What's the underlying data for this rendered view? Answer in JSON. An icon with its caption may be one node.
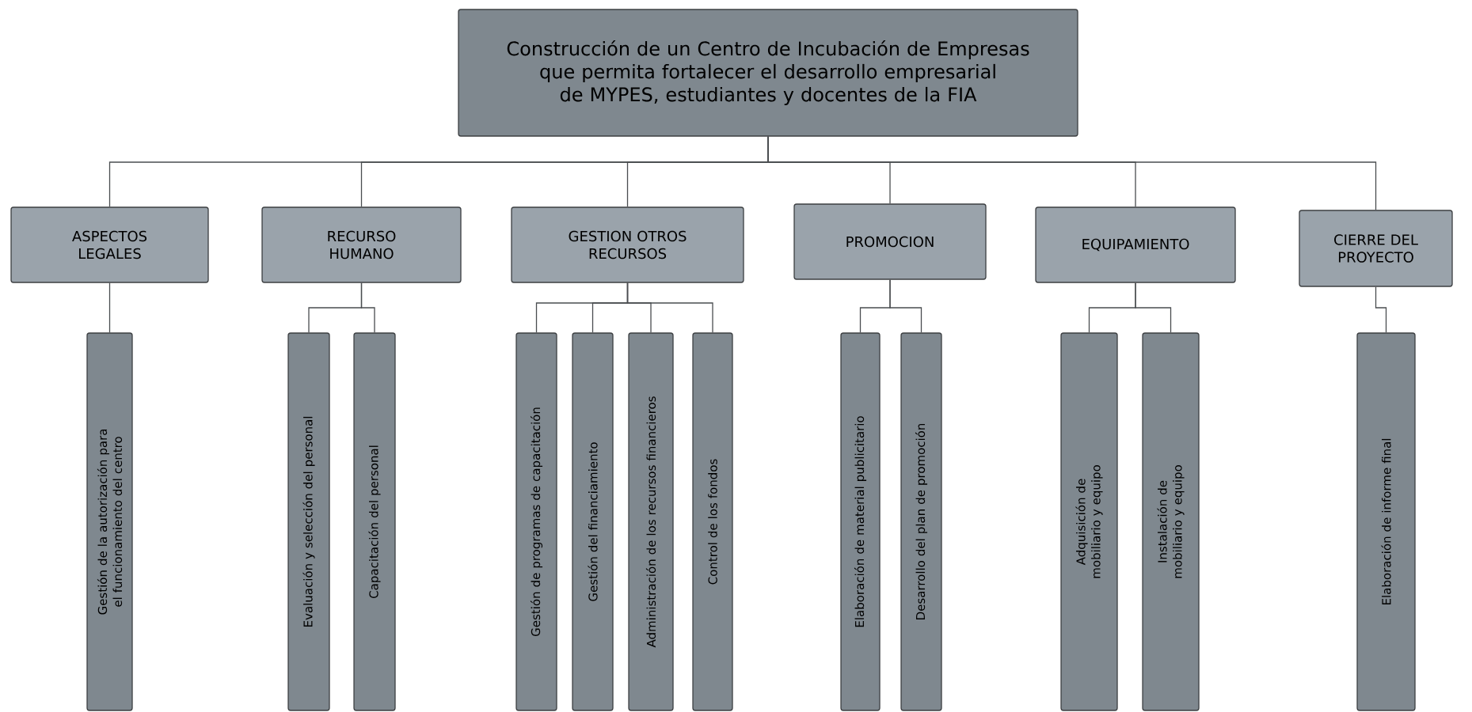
{
  "diagram": {
    "nodes": [
      {
        "text": [
          "Construcción de un Centro de Incubación de Empresas que permita fortalecer el desarrollo empresarial de MYPES, estudiantes y docentes de la FIA"
        ]
      },
      {
        "text": [
          "ASPECTOS LEGALES"
        ]
      },
      {
        "text": [
          "RECURSO HUMANO"
        ]
      },
      {
        "text": [
          "GESTION OTROS RECURSOS"
        ]
      },
      {
        "text": [
          "PROMOCION"
        ]
      },
      {
        "text": [
          "EQUIPAMIENTO"
        ]
      },
      {
        "text": [
          "CIERRE DEL PROYECTO"
        ]
      },
      {
        "text": [
          "Gestión de la autorización para el funcionamiento del centro"
        ]
      },
      {
        "text": [
          "Evaluación y selección del personal"
        ]
      },
      {
        "text": [
          "Capacitación del personal"
        ]
      },
      {
        "text": [
          "Gestión de programas de capacitación"
        ]
      },
      {
        "text": [
          "Gestión del financiamiento"
        ]
      },
      {
        "text": [
          "Administración de los recursos financieros"
        ]
      },
      {
        "text": [
          "Control de los fondos"
        ]
      },
      {
        "text": [
          "Elaboración de material publicitario"
        ]
      },
      {
        "text": [
          "Desarrollo del plan de promoción"
        ]
      },
      {
        "text": [
          "Adquisición de mobiliario y equipo"
        ]
      },
      {
        "text": [
          "Instalación de mobiliario y equipo"
        ]
      },
      {
        "text": [
          "Elaboración de informe final"
        ]
      }
    ],
    "edges": [
      {
        "from": 0,
        "to": 1,
        "arrow": "none"
      },
      {
        "from": 0,
        "to": 2,
        "arrow": "none"
      },
      {
        "from": 0,
        "to": 3,
        "arrow": "none"
      },
      {
        "from": 0,
        "to": 4,
        "arrow": "none"
      },
      {
        "from": 0,
        "to": 5,
        "arrow": "none"
      },
      {
        "from": 0,
        "to": 6,
        "arrow": "none"
      },
      {
        "from": 1,
        "to": 7,
        "arrow": "none"
      },
      {
        "from": 2,
        "to": 8,
        "arrow": "none"
      },
      {
        "from": 2,
        "to": 9,
        "arrow": "none"
      },
      {
        "from": 3,
        "to": 10,
        "arrow": "none"
      },
      {
        "from": 3,
        "to": 11,
        "arrow": "none"
      },
      {
        "from": 3,
        "to": 12,
        "arrow": "none"
      },
      {
        "from": 3,
        "to": 13,
        "arrow": "none"
      },
      {
        "from": 4,
        "to": 14,
        "arrow": "none"
      },
      {
        "from": 4,
        "to": 15,
        "arrow": "none"
      },
      {
        "from": 5,
        "to": 16,
        "arrow": "none"
      },
      {
        "from": 5,
        "to": 17,
        "arrow": "none"
      },
      {
        "from": 6,
        "to": 18,
        "arrow": "none"
      }
    ]
  }
}
